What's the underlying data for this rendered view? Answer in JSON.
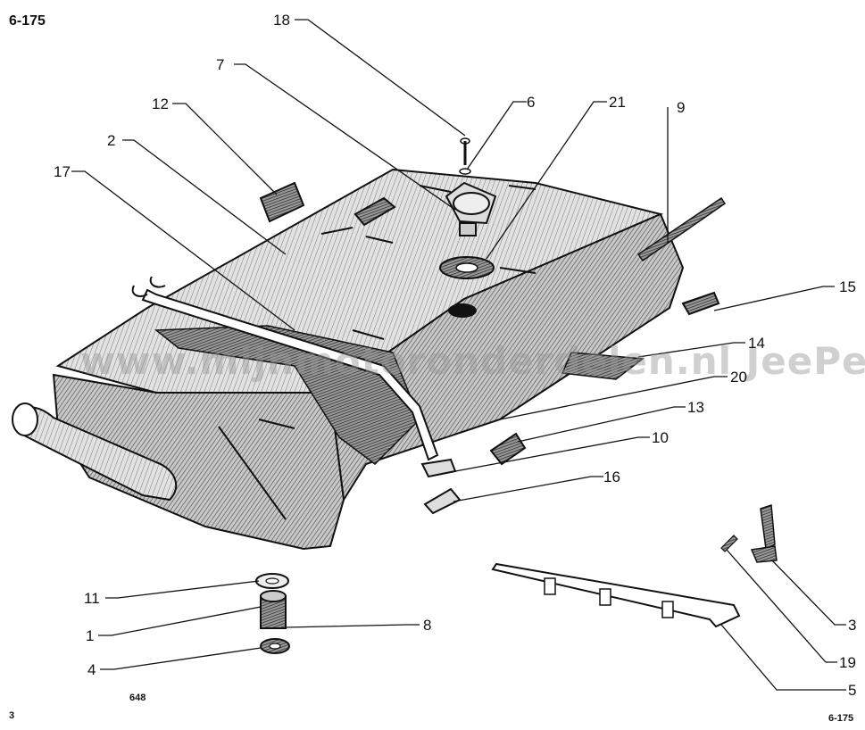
{
  "header": {
    "page_ref": "6-175"
  },
  "watermark": "www.mijnmotoronderdelen.nl JeePee",
  "callouts": {
    "c1": "1",
    "c2": "2",
    "c3": "3",
    "c4": "4",
    "c5": "5",
    "c6": "6",
    "c7": "7",
    "c8": "8",
    "c9": "9",
    "c10": "10",
    "c11": "11",
    "c12": "12",
    "c13": "13",
    "c14": "14",
    "c15": "15",
    "c16": "16",
    "c17": "17",
    "c18": "18",
    "c19": "19",
    "c20": "20",
    "c21": "21"
  },
  "footer": {
    "left": "3",
    "figure_no": "648",
    "right": "6-175"
  },
  "colors": {
    "ink": "#111111",
    "paper": "#ffffff",
    "shade": "#8a8a8a"
  }
}
